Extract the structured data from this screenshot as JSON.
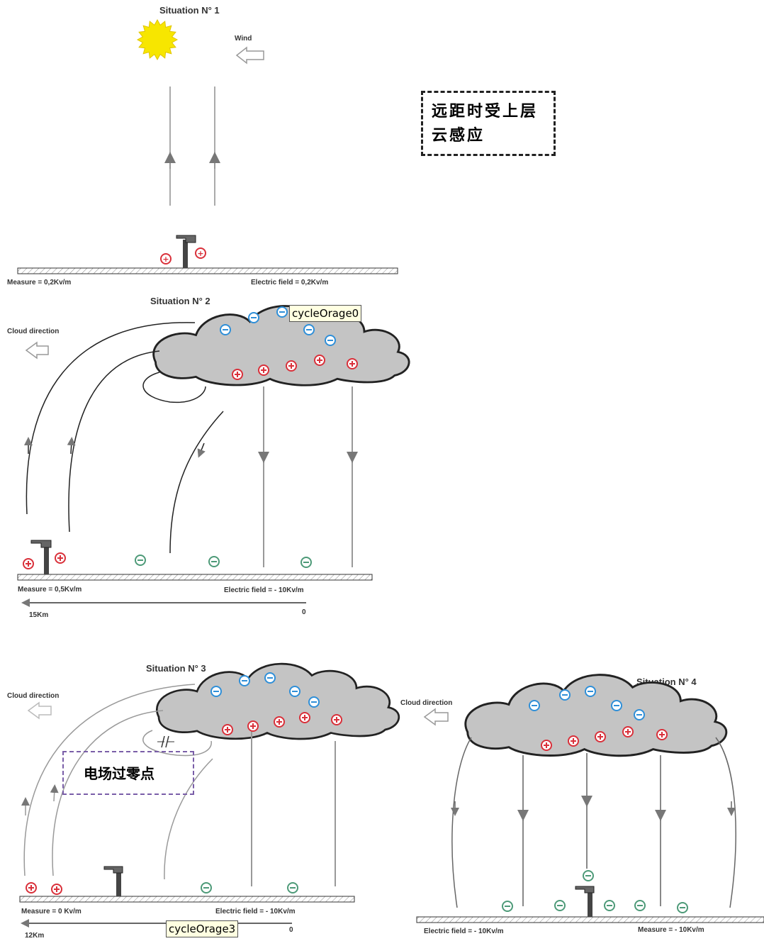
{
  "situation1": {
    "title": "Situation N° 1",
    "wind_label": "Wind",
    "measure": "Measure = 0,2Kv/m",
    "field": "Electric field = 0,2Kv/m"
  },
  "situation2": {
    "title": "Situation N° 2",
    "cloud_direction": "Cloud direction",
    "measure": "Measure = 0,5Kv/m",
    "field": "Electric field = - 10Kv/m",
    "distance": "15Km",
    "zero": "0"
  },
  "situation3": {
    "title": "Situation N° 3",
    "cloud_direction": "Cloud direction",
    "measure": "Measure = 0 Kv/m",
    "field": "Electric field = - 10Kv/m",
    "distance": "12Km",
    "zero": "0"
  },
  "situation4": {
    "title": "Situation N° 4",
    "cloud_direction": "Cloud direction",
    "field": "Electric field = - 10Kv/m",
    "measure": "Measure = - 10Kv/m"
  },
  "annotations": {
    "remote_induction": "远距时受上层云感应",
    "zero_crossing": "电场过零点"
  },
  "tags": {
    "cycle0": "cycleOrage0",
    "cycle3": "cycleOrage3"
  },
  "colors": {
    "positive": "#d9303a",
    "negative": "#2f8fd8",
    "ground_negative": "#4d9a78",
    "cloud": "#c0c0c0",
    "sun": "#f7e600"
  }
}
